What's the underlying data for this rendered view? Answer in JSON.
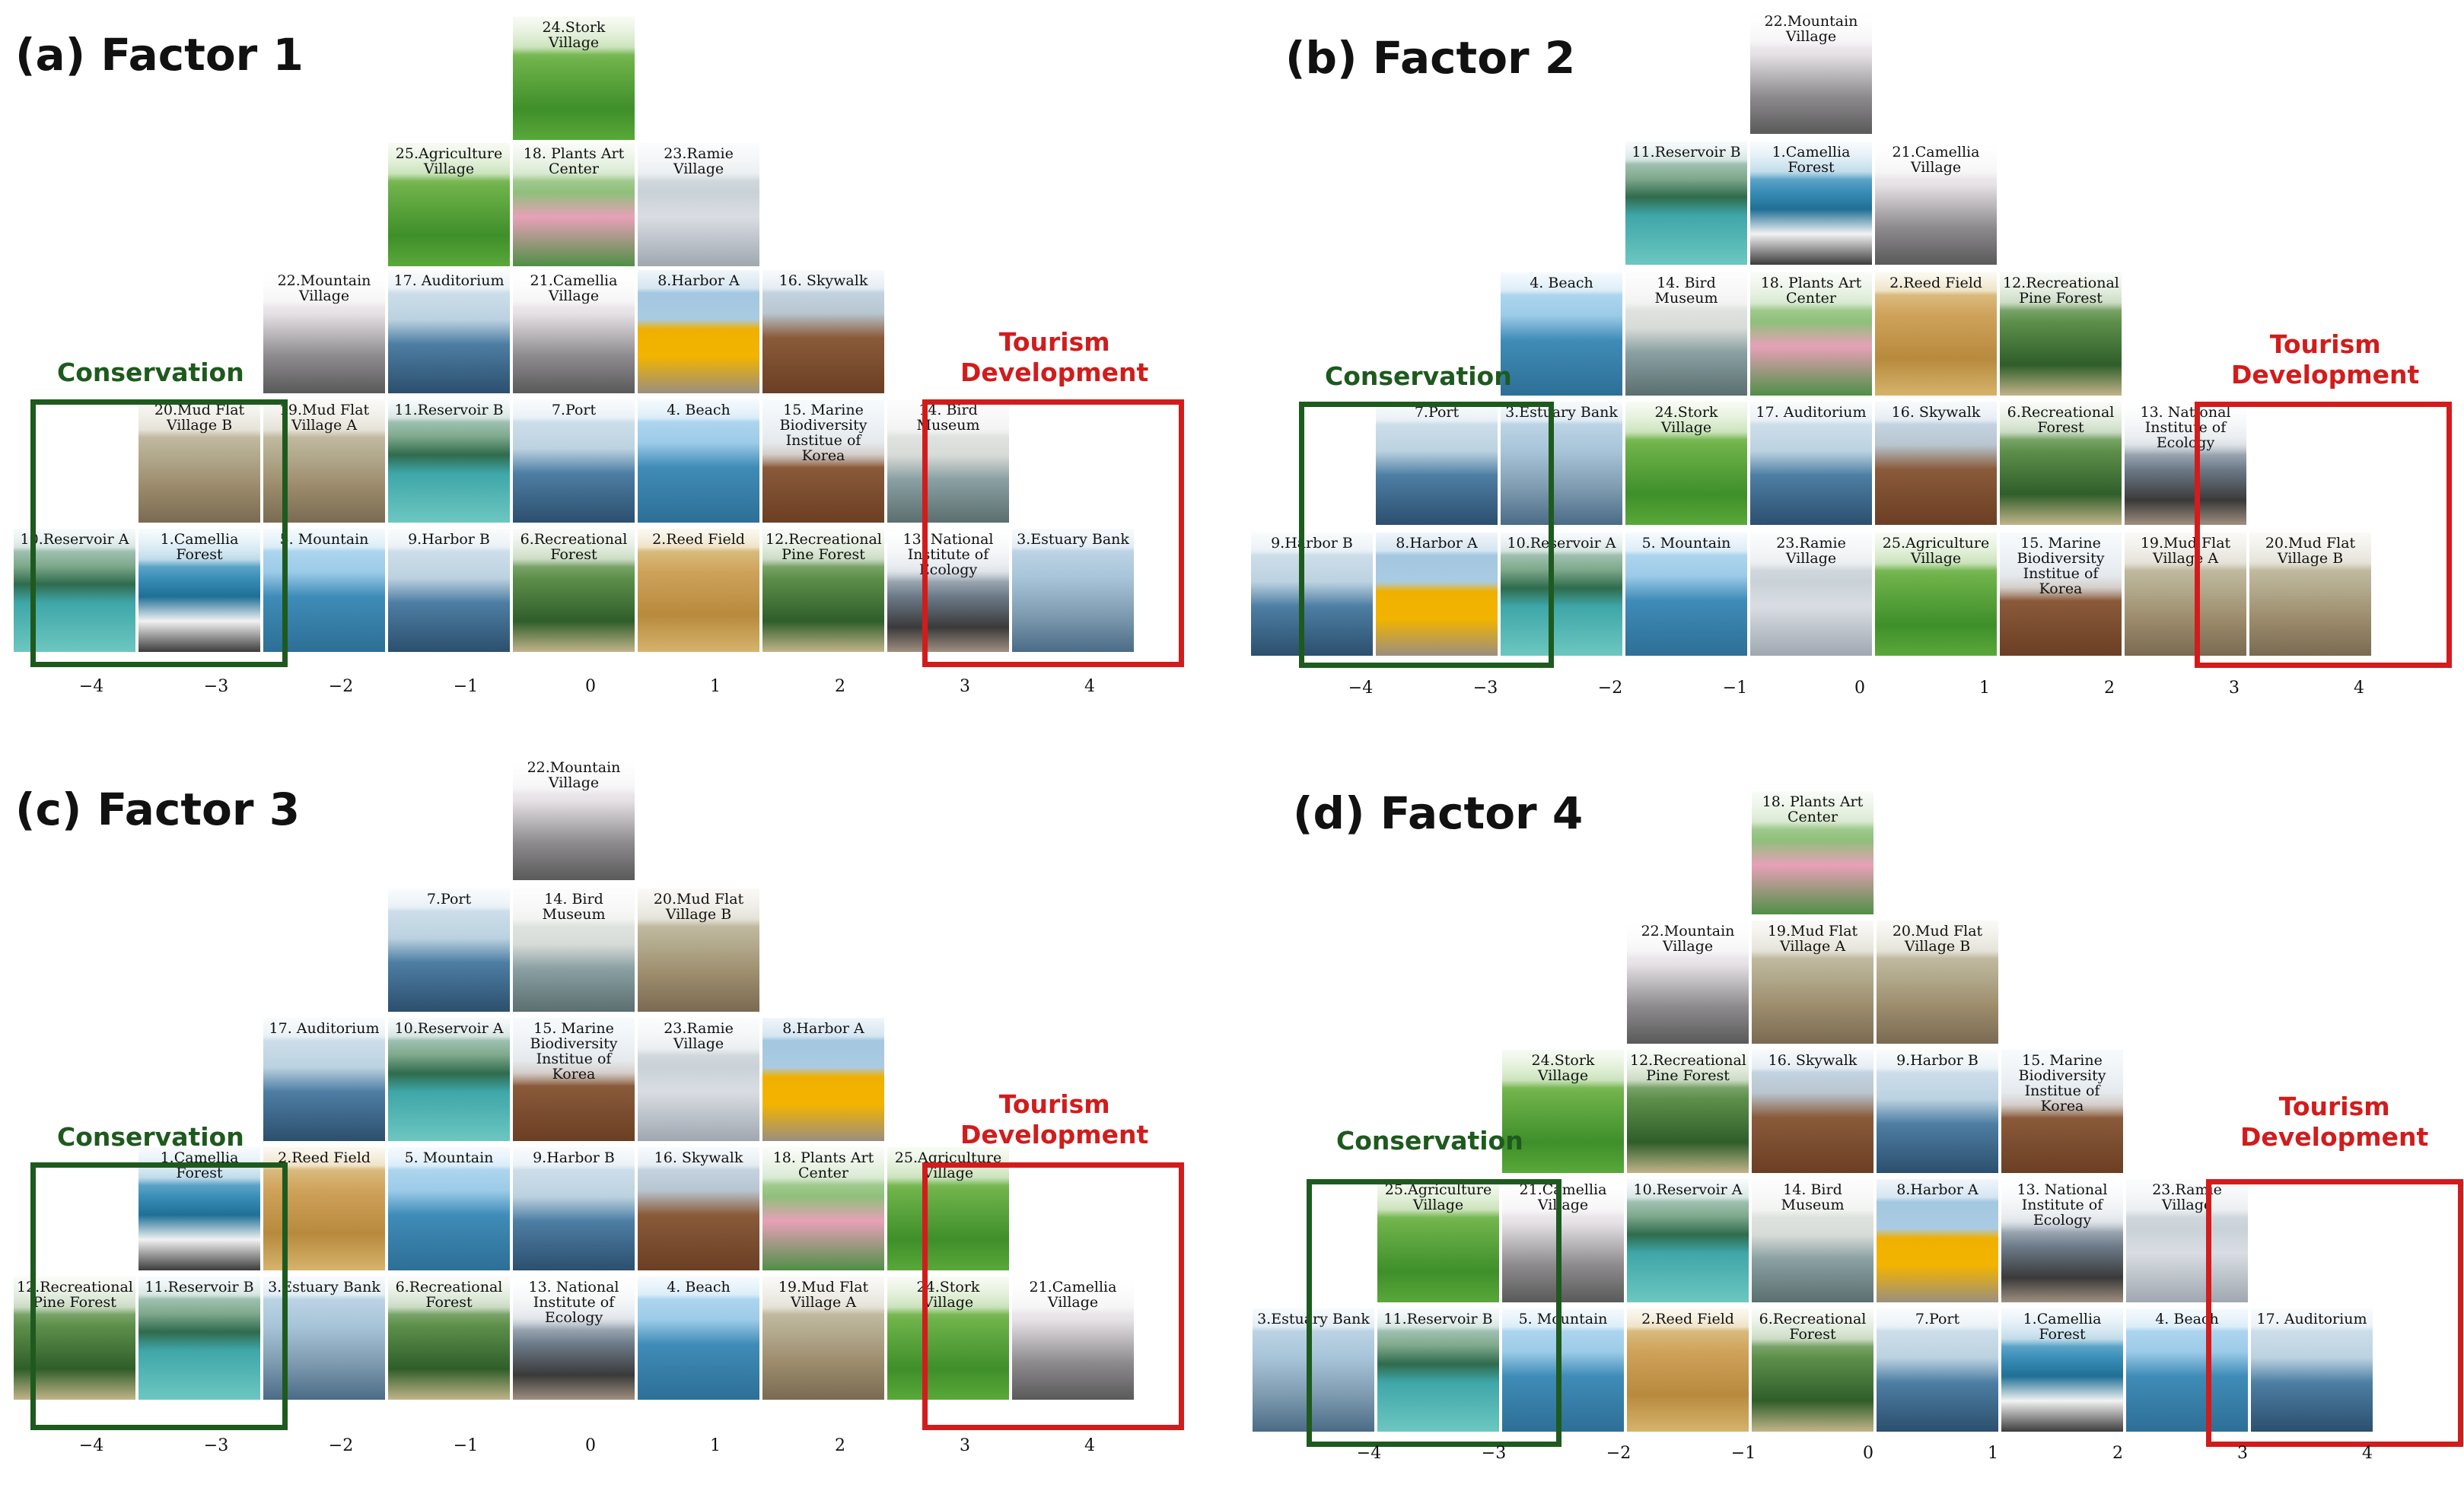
{
  "ticks": [
    "−4",
    "−3",
    "−2",
    "−1",
    "0",
    "1",
    "2",
    "3",
    "4"
  ],
  "labels": {
    "conservation": "Conservation",
    "tourism": "Tourism\nDevelopment"
  },
  "panels": [
    {
      "title": "(a) Factor 1",
      "layout": "a",
      "tiles": [
        {
          "t": "24.Stork Village",
          "s": "green",
          "c": 4,
          "r": 0
        },
        {
          "t": "25.Agriculture Village",
          "s": "green",
          "c": 3,
          "r": 1
        },
        {
          "t": "18. Plants Art Center",
          "s": "lotus",
          "c": 4,
          "r": 1
        },
        {
          "t": "23.Ramie Village",
          "s": "crowd",
          "c": 5,
          "r": 1
        },
        {
          "t": "22.Mountain Village",
          "s": "blossom",
          "c": 2,
          "r": 2
        },
        {
          "t": "17. Auditorium",
          "s": "harbor",
          "c": 3,
          "r": 2
        },
        {
          "t": "21.Camellia Village",
          "s": "blossom",
          "c": 4,
          "r": 2
        },
        {
          "t": "8.Harbor A",
          "s": "tower",
          "c": 5,
          "r": 2
        },
        {
          "t": "16. Skywalk",
          "s": "wood",
          "c": 6,
          "r": 2
        },
        {
          "t": "20.Mud Flat Village B",
          "s": "mud",
          "c": 1,
          "r": 3
        },
        {
          "t": "19.Mud Flat Village A",
          "s": "mud",
          "c": 2,
          "r": 3
        },
        {
          "t": "11.Reservoir B",
          "s": "lake",
          "c": 3,
          "r": 3
        },
        {
          "t": "7.Port",
          "s": "harbor",
          "c": 4,
          "r": 3
        },
        {
          "t": "4. Beach",
          "s": "sea",
          "c": 5,
          "r": 3
        },
        {
          "t": "15. Marine Biodiversity Institue of Korea",
          "s": "wood",
          "c": 6,
          "r": 3
        },
        {
          "t": "14. Bird Museum",
          "s": "bldg",
          "c": 7,
          "r": 3
        },
        {
          "t": "10.Reservoir A",
          "s": "lake",
          "c": 0,
          "r": 4
        },
        {
          "t": "1.Camellia Forest",
          "s": "camellia",
          "c": 1,
          "r": 4
        },
        {
          "t": "5. Mountain",
          "s": "sea",
          "c": 2,
          "r": 4
        },
        {
          "t": "9.Harbor B",
          "s": "harbor",
          "c": 3,
          "r": 4
        },
        {
          "t": "6.Recreational Forest",
          "s": "forest",
          "c": 4,
          "r": 4
        },
        {
          "t": "2.Reed Field",
          "s": "field",
          "c": 5,
          "r": 4
        },
        {
          "t": "12.Recreational Pine Forest",
          "s": "forest",
          "c": 6,
          "r": 4
        },
        {
          "t": "13. National Institute of Ecology",
          "s": "sculpt",
          "c": 7,
          "r": 4
        },
        {
          "t": "3.Estuary Bank",
          "s": "birds",
          "c": 8,
          "r": 4
        }
      ]
    },
    {
      "title": "(b) Factor 2",
      "layout": "b",
      "tiles": [
        {
          "t": "22.Mountain Village",
          "s": "blossom",
          "c": 4,
          "r": 0
        },
        {
          "t": "11.Reservoir B",
          "s": "lake",
          "c": 3,
          "r": 1
        },
        {
          "t": "1.Camellia Forest",
          "s": "camellia",
          "c": 4,
          "r": 1
        },
        {
          "t": "21.Camellia Village",
          "s": "blossom",
          "c": 5,
          "r": 1
        },
        {
          "t": "4. Beach",
          "s": "sea",
          "c": 2,
          "r": 2
        },
        {
          "t": "14. Bird Museum",
          "s": "bldg",
          "c": 3,
          "r": 2
        },
        {
          "t": "18. Plants Art Center",
          "s": "lotus",
          "c": 4,
          "r": 2
        },
        {
          "t": "2.Reed Field",
          "s": "field",
          "c": 5,
          "r": 2
        },
        {
          "t": "12.Recreational Pine Forest",
          "s": "forest",
          "c": 6,
          "r": 2
        },
        {
          "t": "7.Port",
          "s": "harbor",
          "c": 1,
          "r": 3
        },
        {
          "t": "3.Estuary Bank",
          "s": "birds",
          "c": 2,
          "r": 3
        },
        {
          "t": "24.Stork Village",
          "s": "green",
          "c": 3,
          "r": 3
        },
        {
          "t": "17. Auditorium",
          "s": "harbor",
          "c": 4,
          "r": 3
        },
        {
          "t": "16. Skywalk",
          "s": "wood",
          "c": 5,
          "r": 3
        },
        {
          "t": "6.Recreational Forest",
          "s": "forest",
          "c": 6,
          "r": 3
        },
        {
          "t": "13. National Institute of Ecology",
          "s": "sculpt",
          "c": 7,
          "r": 3
        },
        {
          "t": "9.Harbor B",
          "s": "harbor",
          "c": 0,
          "r": 4
        },
        {
          "t": "8.Harbor A",
          "s": "tower",
          "c": 1,
          "r": 4
        },
        {
          "t": "10.Reservoir A",
          "s": "lake",
          "c": 2,
          "r": 4
        },
        {
          "t": "5. Mountain",
          "s": "sea",
          "c": 3,
          "r": 4
        },
        {
          "t": "23.Ramie Village",
          "s": "crowd",
          "c": 4,
          "r": 4
        },
        {
          "t": "25.Agriculture Village",
          "s": "green",
          "c": 5,
          "r": 4
        },
        {
          "t": "15. Marine Biodiversity Institue of Korea",
          "s": "wood",
          "c": 6,
          "r": 4
        },
        {
          "t": "19.Mud Flat Village A",
          "s": "mud",
          "c": 7,
          "r": 4
        },
        {
          "t": "20.Mud Flat Village B",
          "s": "mud",
          "c": 8,
          "r": 4
        }
      ]
    },
    {
      "title": "(c) Factor 3",
      "layout": "c",
      "tiles": [
        {
          "t": "22.Mountain Village",
          "s": "blossom",
          "c": 4,
          "r": 0
        },
        {
          "t": "7.Port",
          "s": "harbor",
          "c": 3,
          "r": 1
        },
        {
          "t": "14. Bird Museum",
          "s": "bldg",
          "c": 4,
          "r": 1
        },
        {
          "t": "20.Mud Flat Village B",
          "s": "mud",
          "c": 5,
          "r": 1
        },
        {
          "t": "17. Auditorium",
          "s": "harbor",
          "c": 2,
          "r": 2
        },
        {
          "t": "10.Reservoir A",
          "s": "lake",
          "c": 3,
          "r": 2
        },
        {
          "t": "15. Marine Biodiversity Institue of Korea",
          "s": "wood",
          "c": 4,
          "r": 2
        },
        {
          "t": "23.Ramie Village",
          "s": "crowd",
          "c": 5,
          "r": 2
        },
        {
          "t": "8.Harbor A",
          "s": "tower",
          "c": 6,
          "r": 2
        },
        {
          "t": "1.Camellia Forest",
          "s": "camellia",
          "c": 1,
          "r": 3
        },
        {
          "t": "2.Reed Field",
          "s": "field",
          "c": 2,
          "r": 3
        },
        {
          "t": "5. Mountain",
          "s": "sea",
          "c": 3,
          "r": 3
        },
        {
          "t": "9.Harbor B",
          "s": "harbor",
          "c": 4,
          "r": 3
        },
        {
          "t": "16. Skywalk",
          "s": "wood",
          "c": 5,
          "r": 3
        },
        {
          "t": "18. Plants Art Center",
          "s": "lotus",
          "c": 6,
          "r": 3
        },
        {
          "t": "25.Agriculture Village",
          "s": "green",
          "c": 7,
          "r": 3
        },
        {
          "t": "12.Recreational Pine Forest",
          "s": "forest",
          "c": 0,
          "r": 4
        },
        {
          "t": "11.Reservoir B",
          "s": "lake",
          "c": 1,
          "r": 4
        },
        {
          "t": "3.Estuary Bank",
          "s": "birds",
          "c": 2,
          "r": 4
        },
        {
          "t": "6.Recreational Forest",
          "s": "forest",
          "c": 3,
          "r": 4
        },
        {
          "t": "13. National Institute of Ecology",
          "s": "sculpt",
          "c": 4,
          "r": 4
        },
        {
          "t": "4. Beach",
          "s": "sea",
          "c": 5,
          "r": 4
        },
        {
          "t": "19.Mud Flat Village A",
          "s": "mud",
          "c": 6,
          "r": 4
        },
        {
          "t": "24.Stork Village",
          "s": "green",
          "c": 7,
          "r": 4
        },
        {
          "t": "21.Camellia Village",
          "s": "blossom",
          "c": 8,
          "r": 4
        }
      ]
    },
    {
      "title": "(d) Factor 4",
      "layout": "d",
      "tiles": [
        {
          "t": "18. Plants Art Center",
          "s": "lotus",
          "c": 4,
          "r": 0
        },
        {
          "t": "22.Mountain Village",
          "s": "blossom",
          "c": 3,
          "r": 1
        },
        {
          "t": "19.Mud Flat Village A",
          "s": "mud",
          "c": 4,
          "r": 1
        },
        {
          "t": "20.Mud Flat Village B",
          "s": "mud",
          "c": 5,
          "r": 1
        },
        {
          "t": "24.Stork Village",
          "s": "green",
          "c": 2,
          "r": 2
        },
        {
          "t": "12.Recreational Pine Forest",
          "s": "forest",
          "c": 3,
          "r": 2
        },
        {
          "t": "16. Skywalk",
          "s": "wood",
          "c": 4,
          "r": 2
        },
        {
          "t": "9.Harbor B",
          "s": "harbor",
          "c": 5,
          "r": 2
        },
        {
          "t": "15. Marine Biodiversity Institue of Korea",
          "s": "wood",
          "c": 6,
          "r": 2
        },
        {
          "t": "25.Agriculture Village",
          "s": "green",
          "c": 1,
          "r": 3
        },
        {
          "t": "21.Camellia Village",
          "s": "blossom",
          "c": 2,
          "r": 3
        },
        {
          "t": "10.Reservoir A",
          "s": "lake",
          "c": 3,
          "r": 3
        },
        {
          "t": "14. Bird Museum",
          "s": "bldg",
          "c": 4,
          "r": 3
        },
        {
          "t": "8.Harbor A",
          "s": "tower",
          "c": 5,
          "r": 3
        },
        {
          "t": "13. National Institute of Ecology",
          "s": "sculpt",
          "c": 6,
          "r": 3
        },
        {
          "t": "23.Ramie Village",
          "s": "crowd",
          "c": 7,
          "r": 3
        },
        {
          "t": "3.Estuary Bank",
          "s": "birds",
          "c": 0,
          "r": 4
        },
        {
          "t": "11.Reservoir B",
          "s": "lake",
          "c": 1,
          "r": 4
        },
        {
          "t": "5. Mountain",
          "s": "sea",
          "c": 2,
          "r": 4
        },
        {
          "t": "2.Reed Field",
          "s": "field",
          "c": 3,
          "r": 4
        },
        {
          "t": "6.Recreational Forest",
          "s": "forest",
          "c": 4,
          "r": 4
        },
        {
          "t": "7.Port",
          "s": "harbor",
          "c": 5,
          "r": 4
        },
        {
          "t": "1.Camellia Forest",
          "s": "camellia",
          "c": 6,
          "r": 4
        },
        {
          "t": "4. Beach",
          "s": "sea",
          "c": 7,
          "r": 4
        },
        {
          "t": "17. Auditorium",
          "s": "harbor",
          "c": 8,
          "r": 4
        }
      ]
    }
  ]
}
